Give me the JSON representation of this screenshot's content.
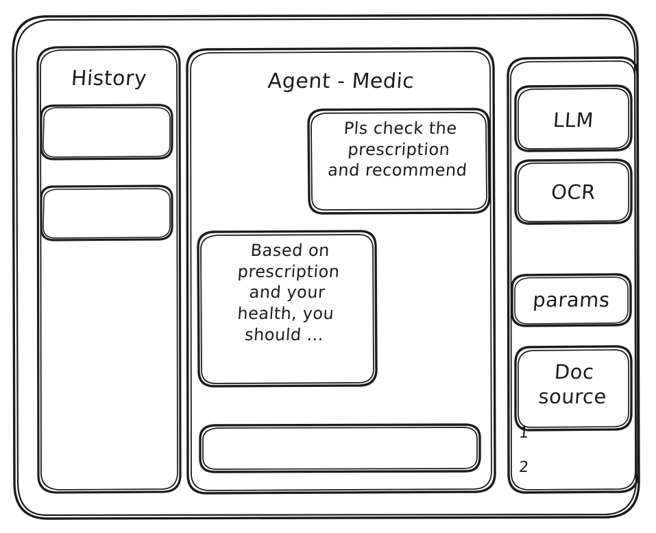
{
  "app": {
    "style": "hand-drawn wireframe sketch",
    "stroke_color": "#1b1b1b",
    "background_color": "#ffffff"
  },
  "sidebar": {
    "title": "History",
    "items": [
      {
        "label": "",
        "name": "history-item-1"
      },
      {
        "label": "",
        "name": "history-item-2"
      }
    ]
  },
  "main": {
    "title": "Agent - Medic",
    "messages": [
      {
        "role": "user",
        "align": "right",
        "text": "Pls check the\nprescription\nand recommend"
      },
      {
        "role": "assistant",
        "align": "left",
        "text": "Based on\nprescription\nand your\nhealth, you\nshould ..."
      }
    ],
    "composer": {
      "value": "",
      "placeholder": ""
    }
  },
  "tools": {
    "chips": [
      {
        "label": "LLM",
        "name": "tool-chip-llm"
      },
      {
        "label": "OCR",
        "name": "tool-chip-ocr"
      },
      {
        "label": "params",
        "name": "tool-chip-params"
      },
      {
        "label": "Doc\nsource",
        "name": "tool-chip-doc-source"
      }
    ],
    "sources": [
      {
        "label": "1"
      },
      {
        "label": "2"
      }
    ]
  }
}
